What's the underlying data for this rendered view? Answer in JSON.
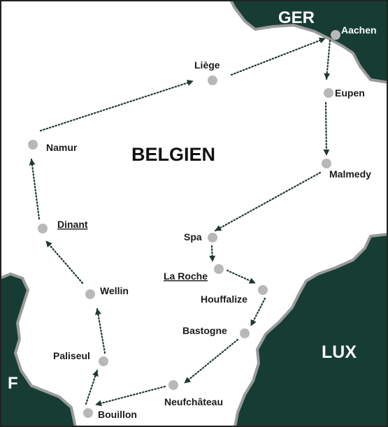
{
  "map": {
    "title": "BELGIEN",
    "colors": {
      "foreign_land": "#173c34",
      "border": "#9a9a9a",
      "belgium": "#ffffff",
      "city_dot": "#b8b8b8",
      "route": "#1f3a33"
    }
  },
  "countries": {
    "germany": "GER",
    "luxembourg": "LUX",
    "france": "F"
  },
  "cities": [
    {
      "key": "aachen",
      "name": "Aachen",
      "underlined": false
    },
    {
      "key": "eupen",
      "name": "Eupen",
      "underlined": false
    },
    {
      "key": "malmedy",
      "name": "Malmedy",
      "underlined": false
    },
    {
      "key": "spa",
      "name": "Spa",
      "underlined": false
    },
    {
      "key": "la-roche",
      "name": "La Roche",
      "underlined": true
    },
    {
      "key": "houffalize",
      "name": "Houffalize",
      "underlined": false
    },
    {
      "key": "bastogne",
      "name": "Bastogne",
      "underlined": false
    },
    {
      "key": "neufchateau",
      "name": "Neufchâteau",
      "underlined": false
    },
    {
      "key": "bouillon",
      "name": "Bouillon",
      "underlined": false
    },
    {
      "key": "paliseul",
      "name": "Paliseul",
      "underlined": false
    },
    {
      "key": "wellin",
      "name": "Wellin",
      "underlined": false
    },
    {
      "key": "dinant",
      "name": "Dinant",
      "underlined": true
    },
    {
      "key": "namur",
      "name": "Namur",
      "underlined": false
    },
    {
      "key": "liege",
      "name": "Liège",
      "underlined": false
    }
  ],
  "route": [
    "aachen",
    "eupen",
    "malmedy",
    "spa",
    "la-roche",
    "houffalize",
    "bastogne",
    "neufchateau",
    "bouillon",
    "paliseul",
    "wellin",
    "dinant",
    "namur",
    "liege",
    "aachen"
  ]
}
